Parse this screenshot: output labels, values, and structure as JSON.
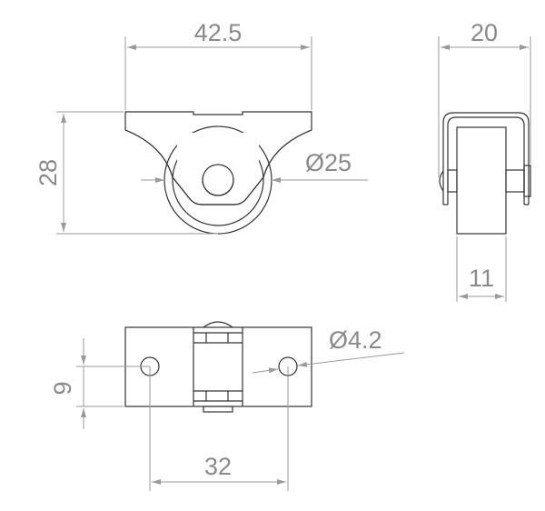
{
  "drawing": {
    "front_view": {
      "width_label": "42.5",
      "height_label": "28",
      "wheel_diameter_label": "Ø25"
    },
    "side_view": {
      "width_label": "20",
      "wheel_width_label": "11"
    },
    "bottom_view": {
      "hole_offset_label": "9",
      "hole_spacing_label": "32",
      "hole_diameter_label": "Ø4.2"
    },
    "colors": {
      "outline": "#333333",
      "dimension": "#9a9a9a",
      "text": "#8a8a8a"
    }
  }
}
